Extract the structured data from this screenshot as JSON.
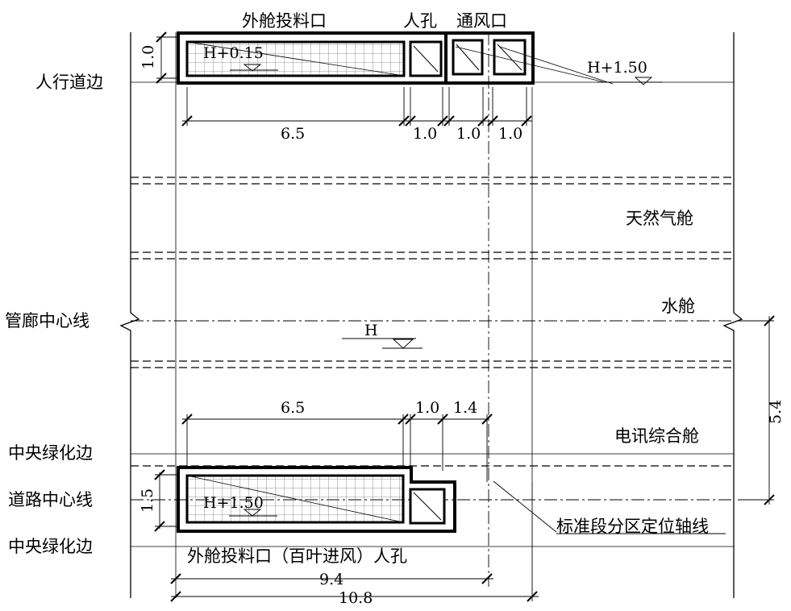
{
  "labels": {
    "outer_feed_top": "外舱投料口",
    "manhole_top": "人孔",
    "vent_top": "通风口",
    "sidewalk_edge": "人行道边",
    "gas_cabin": "天然气舱",
    "corridor_centerline": "管廊中心线",
    "water_cabin": "水舱",
    "telecom_cabin": "电讯综合舱",
    "green_edge_top": "中央绿化边",
    "road_centerline": "道路中心线",
    "green_edge_bottom": "中央绿化边",
    "axis_line": "标准段分区定位轴线",
    "bottom_caption": "外舱投料口（百叶进风）人孔"
  },
  "levels": {
    "top_feed": "H+0.15",
    "top_vent": "H+1.50",
    "center": "H",
    "bottom_feed": "H+1.50"
  },
  "dimensions": {
    "top_height": "1.0",
    "top_feed_len": "6.5",
    "top_manhole": "1.0",
    "top_vent1": "1.0",
    "top_vent2": "1.0",
    "bottom_feed_len": "6.5",
    "bottom_manhole": "1.0",
    "bottom_gap": "1.4",
    "bottom_height": "1.5",
    "right_offset": "5.4",
    "total_9_4": "9.4",
    "total_10_8": "10.8"
  }
}
